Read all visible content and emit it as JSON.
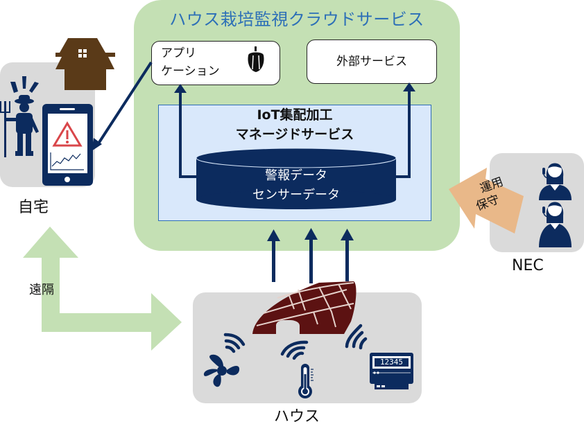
{
  "cloud": {
    "title": "ハウス栽培監視クラウドサービス",
    "color": "#c4e0b4",
    "title_color": "#2c6fb7"
  },
  "app_box": {
    "line1": "アプリ",
    "line2": "ケーション",
    "icon": "bell-pepper-icon"
  },
  "external_box": {
    "label": "外部サービス"
  },
  "iot_service": {
    "line1": "IoT集配加工",
    "line2": "マネージドサービス"
  },
  "database": {
    "line1": "警報データ",
    "line2": "センサーデータ",
    "color": "#0c2b5e"
  },
  "home": {
    "label": "自宅",
    "icons": [
      "house-icon",
      "farmer-icon",
      "smartphone-alert-icon"
    ]
  },
  "nec": {
    "label": "NEC",
    "icons": [
      "operator-icon",
      "operator-icon"
    ]
  },
  "operation_arrow": {
    "line1": "運用",
    "line2": "保守",
    "color": "#e9b889"
  },
  "remote_arrow": {
    "label": "遠隔"
  },
  "greenhouse": {
    "label": "ハウス",
    "meter_value": "12345",
    "icons": [
      "greenhouse-icon",
      "fan-icon",
      "thermometer-icon",
      "meter-icon",
      "wifi-icon"
    ],
    "greenhouse_color": "#5c1212"
  },
  "colors": {
    "navy": "#0c2b5e",
    "panel_gray": "#dadada",
    "iot_bg": "#d9e8fb",
    "house_brown": "#5a3a18",
    "alert_red": "#d9464a"
  }
}
